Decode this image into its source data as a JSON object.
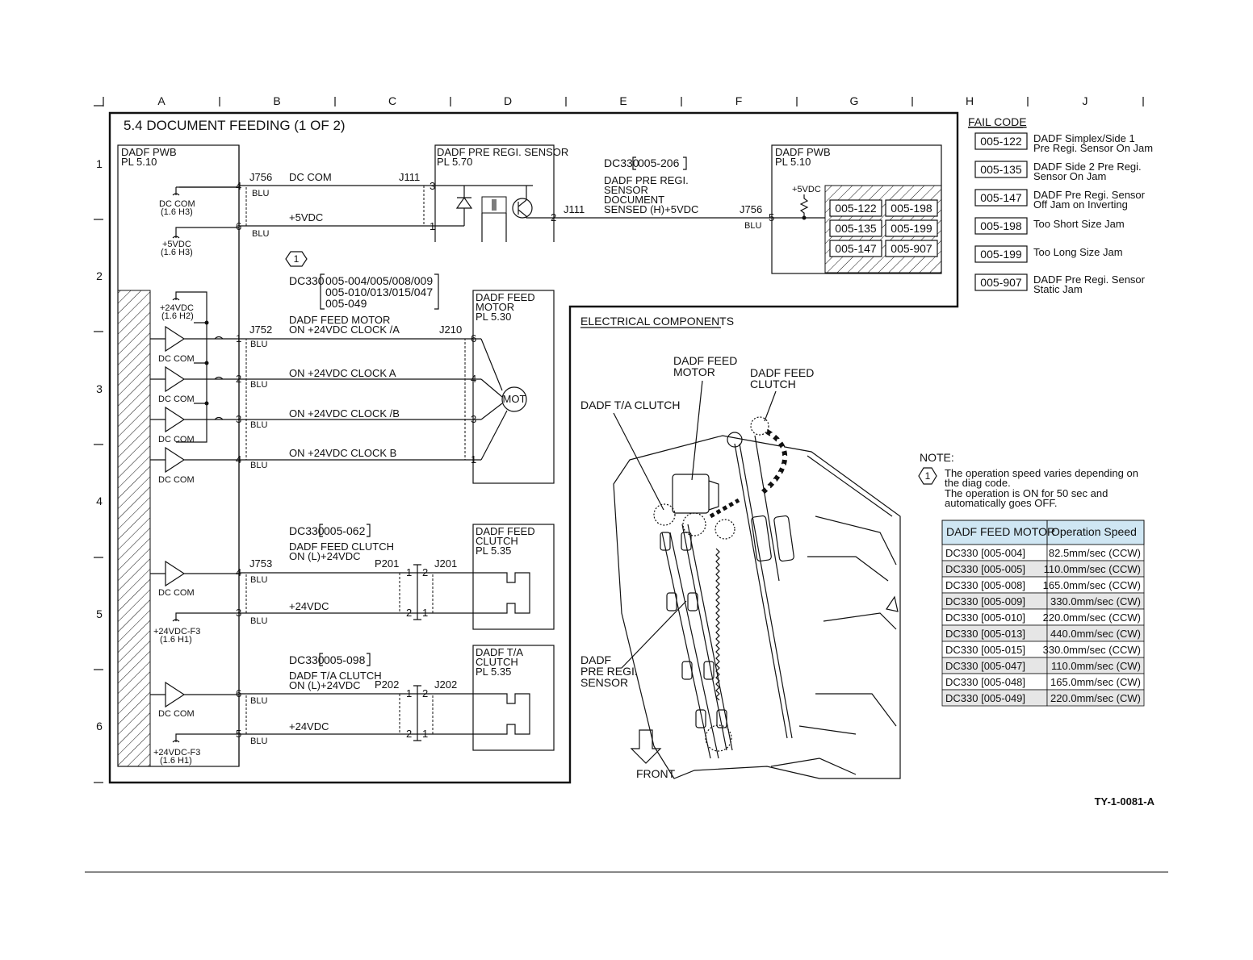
{
  "grid": {
    "columns": [
      "A",
      "B",
      "C",
      "D",
      "E",
      "F",
      "G",
      "H",
      "J"
    ],
    "rows": [
      "1",
      "2",
      "3",
      "4",
      "5",
      "6"
    ]
  },
  "title": "5.4 DOCUMENT FEEDING (1 OF 2)",
  "dadf_pwb_left": {
    "name": "DADF  PWB",
    "pl": "PL 5.10"
  },
  "pwb_signals": {
    "dc_com_h3": "DC COM",
    "dc_com_h3_ref": "(1.6 H3)",
    "v5_h3": "+5VDC",
    "v5_h3_ref": "(1.6 H3)",
    "v24_h2": "+24VDC",
    "v24_h2_ref": "(1.6 H2)",
    "dc_com": "DC COM",
    "v24_f3": "+24VDC-F3",
    "v24_f3_ref": "(1.6 H1)"
  },
  "sensor_section": {
    "j756": "J756",
    "dc_com": "DC COM",
    "j111": "J111",
    "blu": "BLU",
    "v5": "+5VDC",
    "pin4": "4",
    "pin6": "6",
    "pin3": "3",
    "pin1": "1",
    "pin2": "2",
    "pin5": "5",
    "sensor_name": "DADF PRE REGI. SENSOR",
    "sensor_pl": "PL 5.70",
    "dc330_code": "DC330",
    "dc330_ref": "005-206",
    "signal_l1": "DADF PRE REGI.",
    "signal_l2": "SENSOR",
    "signal_l3": "DOCUMENT",
    "signal_l4": "SENSED (H)+5VDC",
    "j756_right": "J756"
  },
  "dadf_pwb_right": {
    "name": "DADF  PWB",
    "pl": "PL 5.10",
    "v5": "+5VDC"
  },
  "right_fail_grid": [
    "005-122",
    "005-198",
    "005-135",
    "005-199",
    "005-147",
    "005-907"
  ],
  "note_marker": "1",
  "dc330_motor_codes": {
    "label": "DC330",
    "line1": "005-004/005/008/009",
    "line2": "005-010/013/015/047",
    "line3": "005-049"
  },
  "motor_section": {
    "name_l1": "DADF FEED",
    "name_l2": "MOTOR",
    "pl": "PL 5.30",
    "j752": "J752",
    "j210": "J210",
    "sig1_l1": "DADF FEED MOTOR",
    "sig1_l2": "ON +24VDC CLOCK /A",
    "sig2": "ON +24VDC CLOCK A",
    "sig3": "ON +24VDC CLOCK /B",
    "sig4": "ON +24VDC CLOCK B",
    "mot": "MOT",
    "left_pins": [
      "1",
      "2",
      "3",
      "4"
    ],
    "right_pins": [
      "6",
      "4",
      "3",
      "1"
    ]
  },
  "clutch_section": {
    "dc330": "DC330",
    "dc330_ref": "005-062",
    "sig_l1": "DADF FEED CLUTCH",
    "sig_l2": "ON (L)+24VDC",
    "j753": "J753",
    "p201": "P201",
    "j201": "J201",
    "v24": "+24VDC",
    "name_l1": "DADF FEED",
    "name_l2": "CLUTCH",
    "pl": "PL 5.35",
    "pins_left": [
      "4",
      "3"
    ],
    "pins_mid_a": [
      "1",
      "2"
    ],
    "pins_mid_b": [
      "2",
      "1"
    ]
  },
  "ta_section": {
    "dc330": "DC330",
    "dc330_ref": "005-098",
    "sig_l1": "DADF T/A CLUTCH",
    "sig_l2": "ON (L)+24VDC",
    "p202": "P202",
    "j202": "J202",
    "v24": "+24VDC",
    "name_l1": "DADF T/A",
    "name_l2": "CLUTCH",
    "pl": "PL 5.35",
    "pins_left": [
      "6",
      "5"
    ],
    "pins_mid_a": [
      "1",
      "2"
    ],
    "pins_mid_b": [
      "2",
      "1"
    ]
  },
  "fail_code": {
    "header": "FAIL CODE",
    "items": [
      {
        "code": "005-122",
        "l1": "DADF Simplex/Side 1",
        "l2": "Pre Regi. Sensor On Jam"
      },
      {
        "code": "005-135",
        "l1": "DADF Side 2 Pre Regi.",
        "l2": "Sensor On Jam"
      },
      {
        "code": "005-147",
        "l1": "DADF Pre Regi. Sensor",
        "l2": "Off Jam on Inverting"
      },
      {
        "code": "005-198",
        "l1": "Too Short Size Jam",
        "l2": ""
      },
      {
        "code": "005-199",
        "l1": "Too Long Size Jam",
        "l2": ""
      },
      {
        "code": "005-907",
        "l1": "DADF Pre Regi. Sensor",
        "l2": "Static Jam"
      }
    ]
  },
  "electrical": {
    "header": "ELECTRICAL COMPONENTS",
    "motor_l1": "DADF FEED",
    "motor_l2": "MOTOR",
    "clutch_l1": "DADF FEED",
    "clutch_l2": "CLUTCH",
    "ta": "DADF T/A CLUTCH",
    "sensor_l1": "DADF",
    "sensor_l2": "PRE REGI.",
    "sensor_l3": "SENSOR",
    "front": "FRONT"
  },
  "note": {
    "header": "NOTE:",
    "l1": "The operation speed varies depending on",
    "l2": "the diag code.",
    "l3": "The operation is ON for 50 sec and",
    "l4": "automatically goes OFF."
  },
  "speed_table": {
    "headers": [
      "DADF FEED MOTOR",
      "Operation Speed"
    ],
    "rows": [
      [
        "DC330 [005-004]",
        "82.5mm/sec (CCW)"
      ],
      [
        "DC330 [005-005]",
        "110.0mm/sec (CCW)"
      ],
      [
        "DC330 [005-008]",
        "165.0mm/sec (CCW)"
      ],
      [
        "DC330 [005-009]",
        "330.0mm/sec (CW)"
      ],
      [
        "DC330 [005-010]",
        "220.0mm/sec (CCW)"
      ],
      [
        "DC330 [005-013]",
        "440.0mm/sec (CW)"
      ],
      [
        "DC330 [005-015]",
        "330.0mm/sec (CCW)"
      ],
      [
        "DC330 [005-047]",
        "110.0mm/sec (CW)"
      ],
      [
        "DC330 [005-048]",
        "165.0mm/sec (CW)"
      ],
      [
        "DC330 [005-049]",
        "220.0mm/sec (CW)"
      ]
    ]
  },
  "doc_id": "TY-1-0081-A"
}
